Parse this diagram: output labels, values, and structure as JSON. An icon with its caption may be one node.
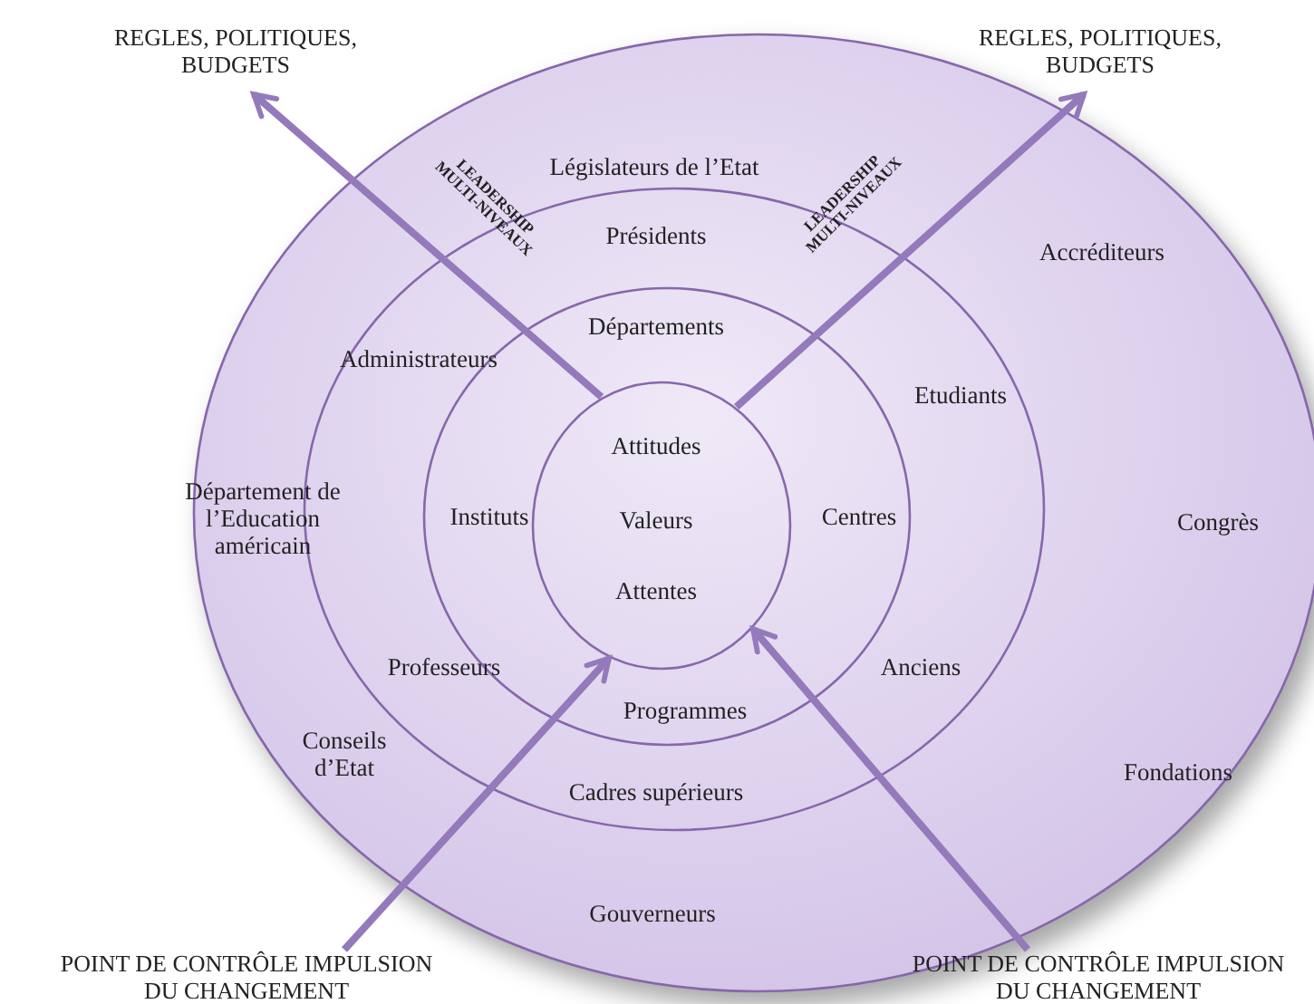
{
  "diagram": {
    "nodes": [
      {
        "text": [
          "Législateurs de l’Etat",
          "Accréditeurs",
          "Département de l’Education américain",
          "Congrès",
          "Conseils d’Etat",
          "Fondations",
          "Gouverneurs"
        ]
      },
      {
        "text": [
          "Présidents",
          "Administrateurs",
          "Etudiants",
          "Professeurs",
          "Anciens",
          "Cadres supérieurs"
        ],
        "in": 0
      },
      {
        "text": [
          "Départements",
          "Instituts",
          "Centres",
          "Programmes"
        ],
        "in": 1
      },
      {
        "text": [
          "Attitudes",
          "Valeurs",
          "Attentes"
        ],
        "in": 2
      },
      {
        "text": [
          "REGLES, POLITIQUES, BUDGETS"
        ]
      },
      {
        "text": [
          "REGLES, POLITIQUES, BUDGETS"
        ]
      },
      {
        "text": [
          "POINT DE CONTRÔLE IMPULSION DU CHANGEMENT"
        ]
      },
      {
        "text": [
          "POINT DE CONTRÔLE IMPULSION DU CHANGEMENT"
        ]
      }
    ],
    "edges": [
      {
        "from": 3,
        "to": 4,
        "arrow": "to",
        "label": "LEADERSHIP MULTI-NIVEAUX"
      },
      {
        "from": 3,
        "to": 5,
        "arrow": "to",
        "label": "LEADERSHIP MULTI-NIVEAUX"
      },
      {
        "from": 6,
        "to": 3,
        "arrow": "to"
      },
      {
        "from": 7,
        "to": 3,
        "arrow": "to"
      }
    ]
  }
}
